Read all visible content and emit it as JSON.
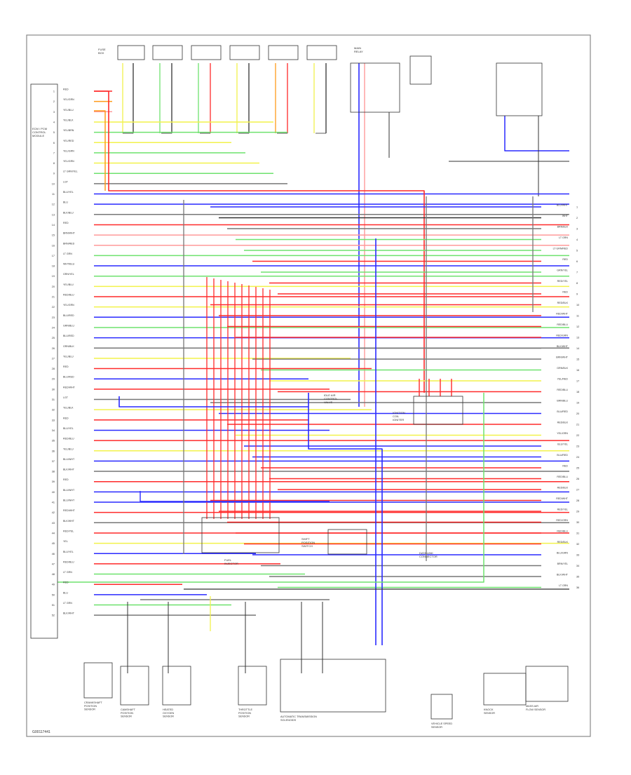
{
  "colors": {
    "red": "#ff2a2a",
    "pink": "#ff9a9a",
    "orange": "#ff9a1a",
    "yellow": "#f2f24a",
    "green": "#6ee26e",
    "blue": "#2a2aff",
    "teal": "#2a8a8a",
    "gray": "#777777",
    "dark": "#333333",
    "frame": "#888888"
  },
  "diagram": {
    "footer_code": "G00117441",
    "left_pins": {
      "first": 1,
      "last": 52,
      "labels": [
        "RED",
        "YEL/GRN",
        "YEL/BLU",
        "YEL/BLK",
        "YEL/BRN",
        "YEL/RED",
        "YEL/GRN",
        "YEL/GRN",
        "LT GRN/YEL",
        "LGT",
        "BLU/YEL",
        "BLU",
        "BLK/BLU",
        "RED",
        "BRN/WHT",
        "BRN/RED",
        "LT GRN",
        "WHT/BLU",
        "GRN/YEL",
        "YEL/BLU",
        "RED/BLU",
        "YEL/GRN",
        "BLU/RED",
        "GRN/BLU",
        "BLU/RED",
        "GRN/BLK",
        "YEL/BLU",
        "RED",
        "BLU/RED",
        "RED/WHT",
        "LGT",
        "YEL/BLK",
        "RED",
        "BLU/YEL",
        "RED/BLU",
        "YEL/BLU",
        "BLU/WHT",
        "BLK/WHT",
        "RED",
        "BLU/WHT",
        "BLU/WHT",
        "RED/WHT",
        "BLK/WHT",
        "RED/YEL",
        "YEL",
        "BLU/YEL",
        "RED/BLU",
        "LT GRN",
        "RED",
        "BLU",
        "LT GRN",
        "BLK/WHT"
      ]
    },
    "right_pins": {
      "labels": [
        "BLU/WHT",
        "WHT",
        "BRN/BLK",
        "LT GRN",
        "LT GRN/RED",
        "RED",
        "GRN/YEL",
        "RED/YEL",
        "RED",
        "RED/BLK",
        "RED/WHT",
        "RED/BLU",
        "RED/GRN",
        "BLK/WHT",
        "BRN/WHT",
        "GRN/BLK",
        "YEL/RED",
        "RED/BLU",
        "BRN/BLU",
        "BLU/RED",
        "RED/BLK",
        "YEL/GRN",
        "BLU/YEL",
        "BLU/RED",
        "RED",
        "RED/BLU",
        "RED/BLK",
        "RED/WHT",
        "RED/YEL",
        "RED/GRN",
        "RED/BLU",
        "RED/BLK",
        "BLU/GRN",
        "BRN/YEL",
        "BLK/WHT",
        "LT GRN"
      ]
    },
    "components": {
      "ecm": "ECM / PCM\nCONTROL\nMODULE",
      "fuse_box": "FUSE\nBOX",
      "main_relay": "MAIN\nRELAY",
      "injector": "FUEL\nINJECTOR",
      "igniter": "IGNITION\nCOIL\nIGNITER",
      "data_link": "DATA LINK\nCONNECTOR",
      "idle_air": "IDLE AIR\nCONTROL\nVALVE",
      "transmission": "AUTOMATIC TRANSMISSION\nSOLENOIDS",
      "shift_switch": "SHIFT\nPOSITION\nSWITCH",
      "speed_sensor": "VEHICLE SPEED\nSENSOR",
      "knock_sensor": "KNOCK\nSENSOR",
      "crank_sensor": "CRANKSHAFT\nPOSITION\nSENSOR",
      "cam_sensor": "CAMSHAFT\nPOSITION\nSENSOR",
      "o2_sensor": "HEATED\nOXYGEN\nSENSOR",
      "mass_air": "MASS AIR\nFLOW SENSOR",
      "throttle": "THROTTLE\nPOSITION\nSENSOR"
    }
  }
}
